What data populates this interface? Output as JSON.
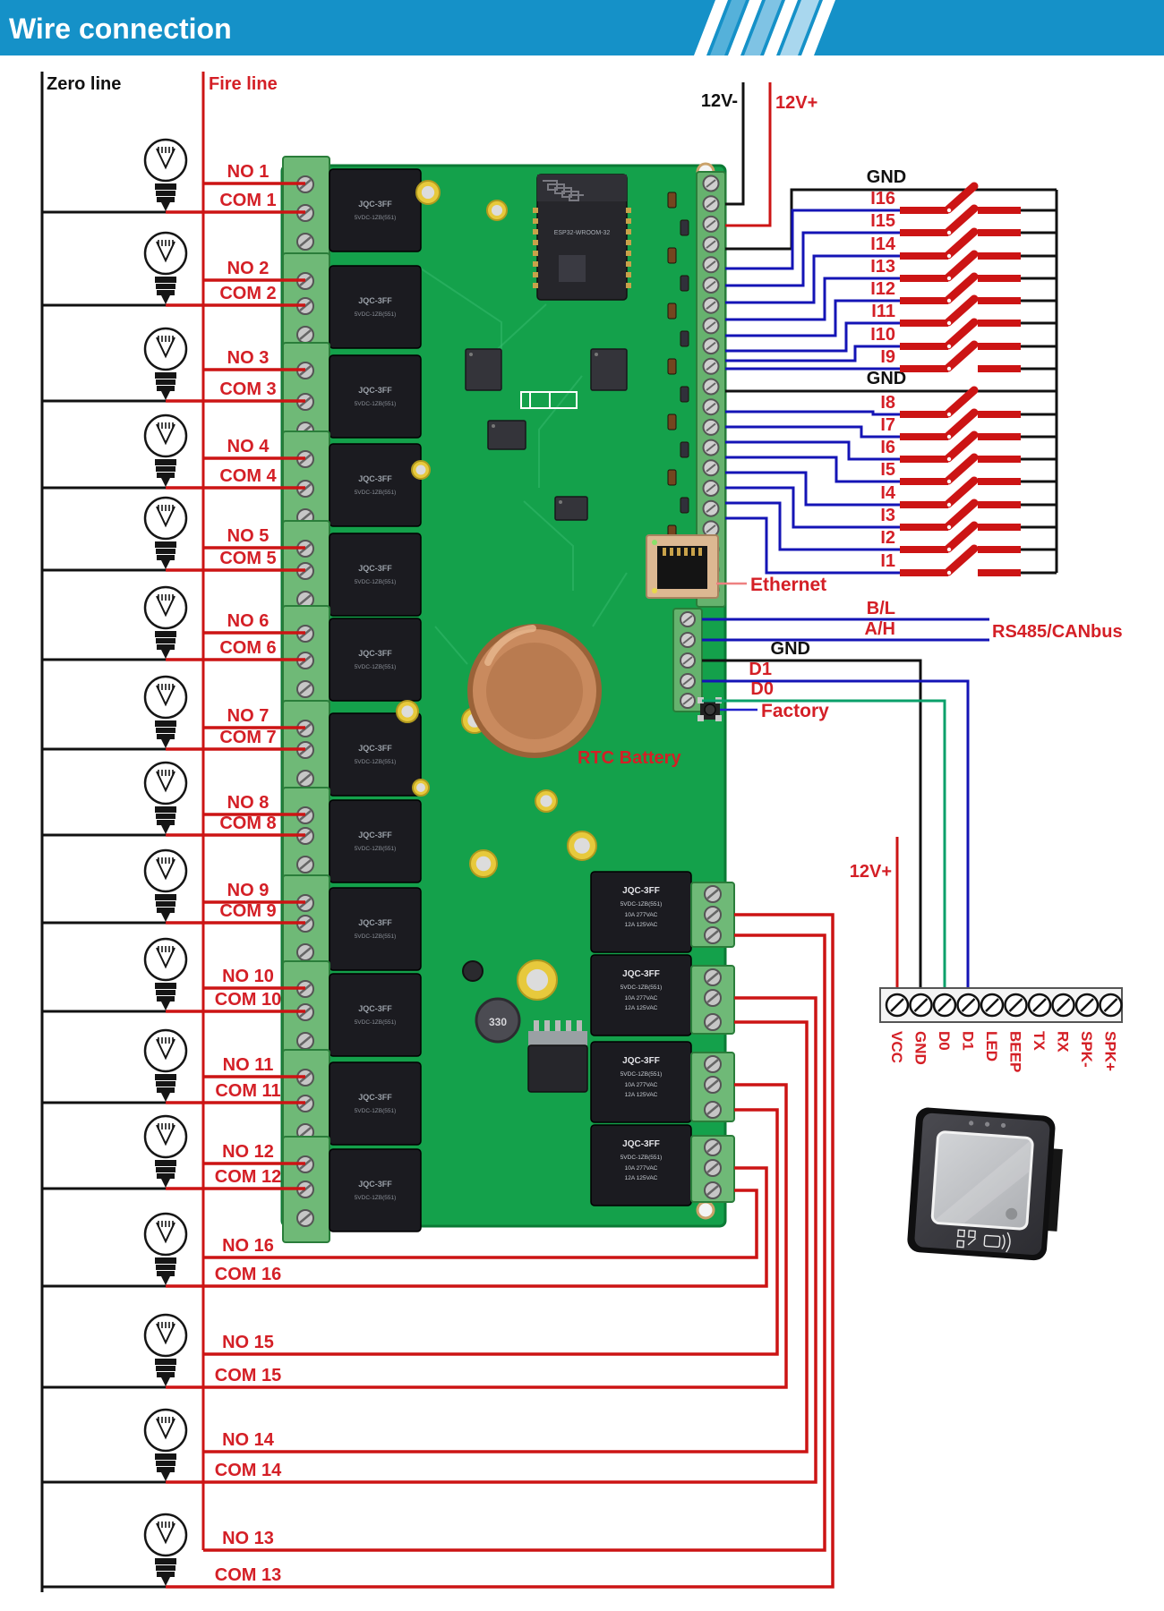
{
  "title": "Wire connection",
  "legend": {
    "zero": "Zero line",
    "fire": "Fire line"
  },
  "power": {
    "neg": "12V-",
    "pos": "12V+",
    "pos_lower": "12V+"
  },
  "relay_rows": [
    {
      "no": "NO 1",
      "com": "COM 1"
    },
    {
      "no": "NO 2",
      "com": "COM 2"
    },
    {
      "no": "NO 3",
      "com": "COM 3"
    },
    {
      "no": "NO 4",
      "com": "COM 4"
    },
    {
      "no": "NO 5",
      "com": "COM 5"
    },
    {
      "no": "NO 6",
      "com": "COM 6"
    },
    {
      "no": "NO 7",
      "com": "COM 7"
    },
    {
      "no": "NO 8",
      "com": "COM 8"
    },
    {
      "no": "NO 9",
      "com": "COM 9"
    },
    {
      "no": "NO 10",
      "com": "COM 10"
    },
    {
      "no": "NO 11",
      "com": "COM 11"
    },
    {
      "no": "NO 12",
      "com": "COM 12"
    },
    {
      "no": "NO 16",
      "com": "COM 16"
    },
    {
      "no": "NO 15",
      "com": "COM 15"
    },
    {
      "no": "NO 14",
      "com": "COM 14"
    },
    {
      "no": "NO 13",
      "com": "COM 13"
    }
  ],
  "inputs": {
    "gnd_top": "GND",
    "gnd_mid": "GND",
    "group1": [
      "I16",
      "I15",
      "I14",
      "I13",
      "I12",
      "I11",
      "I10",
      "I9"
    ],
    "group2": [
      "I8",
      "I7",
      "I6",
      "I5",
      "I4",
      "I3",
      "I2",
      "I1"
    ]
  },
  "comm": {
    "ethernet": "Ethernet",
    "bl": "B/L",
    "ah": "A/H",
    "rs485": "RS485/CANbus",
    "gnd": "GND",
    "d1": "D1",
    "d0": "D0",
    "factory": "Factory",
    "rtc": "RTC Battery"
  },
  "terminal_block": {
    "pins": [
      "VCC",
      "GND",
      "D0",
      "D1",
      "LED",
      "BEEP",
      "TX",
      "RX",
      "SPK-",
      "SPK+"
    ]
  },
  "pcb": {
    "relay_label": "JQC-3FF",
    "relay_sub": "5VDC-1ZB(551)",
    "relay_rating1": "10A 277VAC",
    "relay_rating2": "12A 125VAC",
    "inductor": "330",
    "module": "ESP32-WROOM-32"
  },
  "colors": {
    "banner": "#1591c8",
    "label_red": "#d41f26",
    "wire_red": "#cc1414",
    "wire_blue": "#1414b6",
    "wire_green": "#0aa06a",
    "wire_black": "#111111",
    "pcb": "#14a14b",
    "terminal_green": "#6fb977"
  }
}
